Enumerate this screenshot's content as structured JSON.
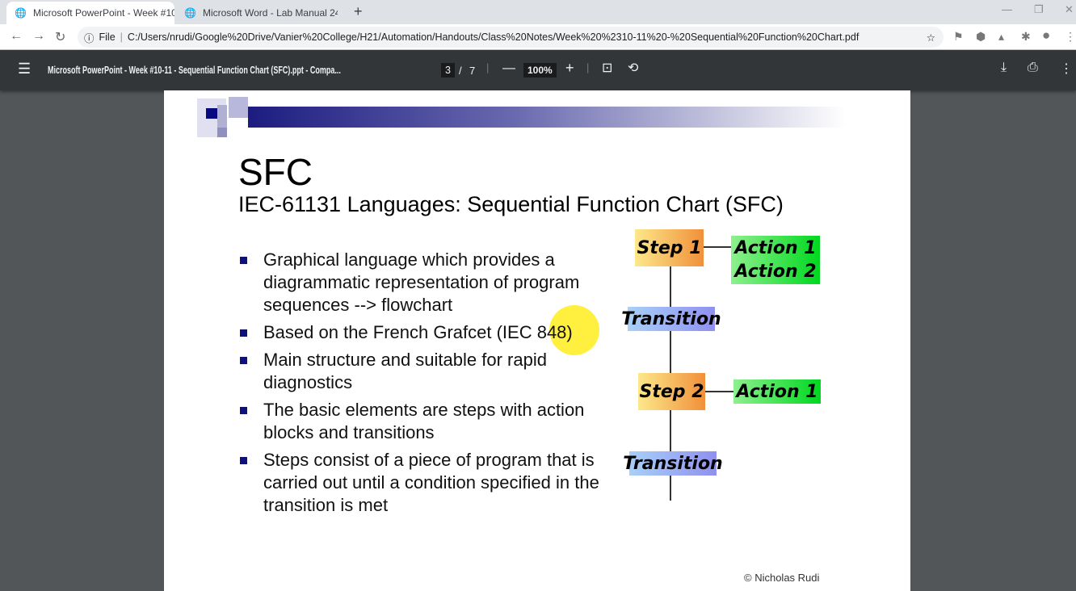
{
  "browser": {
    "tabs": [
      {
        "label": "Microsoft PowerPoint - Week #10",
        "active": true
      },
      {
        "label": "Microsoft Word - Lab Manual 24",
        "active": false
      }
    ],
    "url_scheme": "File",
    "url": "C:/Users/nrudi/Google%20Drive/Vanier%20College/H21/Automation/Handouts/Class%20Notes/Week%20%2310-11%20-%20Sequential%20Function%20Chart.pdf"
  },
  "viewer": {
    "title": "Microsoft PowerPoint - Week #10-11 - Sequential Function Chart (SFC).ppt - Compa...",
    "page_current": "3",
    "page_sep": "/",
    "page_total": "7",
    "zoom": "100%"
  },
  "slide": {
    "heading": "SFC",
    "subheading": "IEC-61131 Languages:  Sequential Function Chart (SFC)",
    "bullets": [
      "Graphical language which provides a diagrammatic representation of program sequences --> flowchart",
      "Based on the French Grafcet (IEC 848)",
      "Main structure and suitable for rapid diagnostics",
      "The basic elements are steps with action blocks and transitions",
      "Steps consist of a piece of program that is carried out until a condition specified in the transition is met"
    ],
    "diagram": {
      "step1": "Step 1",
      "step1_action1": "Action 1",
      "step1_action2": "Action 2",
      "transition1": "Transition",
      "step2": "Step 2",
      "step2_action1": "Action 1",
      "transition2": "Transition"
    },
    "copyright": "© Nicholas Rudi"
  }
}
